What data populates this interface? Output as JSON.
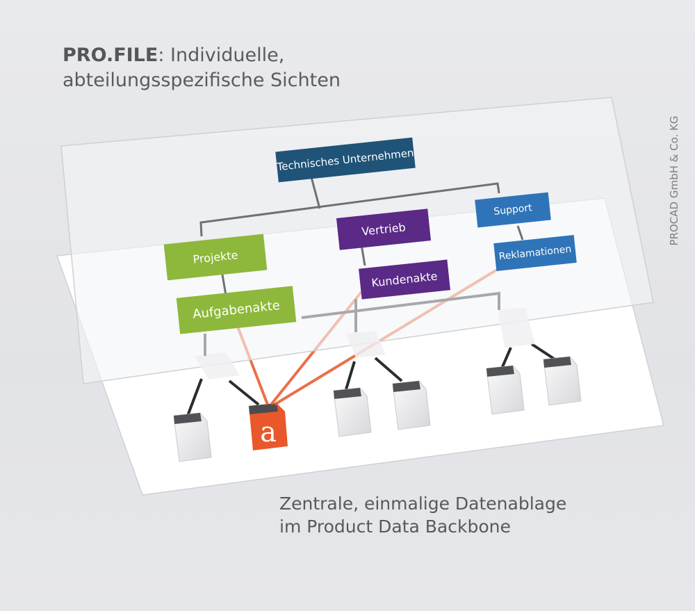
{
  "title": {
    "bold": "PRO.FILE",
    "rest_line1": ": Individuelle,",
    "line2": "abteilungsspezifische Sichten"
  },
  "bottom_caption": {
    "line1": "Zentrale, einmalige Datenablage",
    "line2": "im Product Data Backbone"
  },
  "credit": "PROCAD GmbH & Co. KG",
  "org_chart": {
    "root": "Technisches Unternehmen",
    "departments": [
      {
        "label": "Projekte",
        "child": "Aufgabenakte",
        "color": "#8db83b"
      },
      {
        "label": "Vertrieb",
        "child": "Kundenakte",
        "color": "#5a2a86"
      },
      {
        "label": "Support",
        "child": "Reklamationen",
        "color": "#2f74b8"
      }
    ],
    "root_color": "#1f5378"
  },
  "document_icon_letter": "a",
  "accent_color": "#e8582a"
}
